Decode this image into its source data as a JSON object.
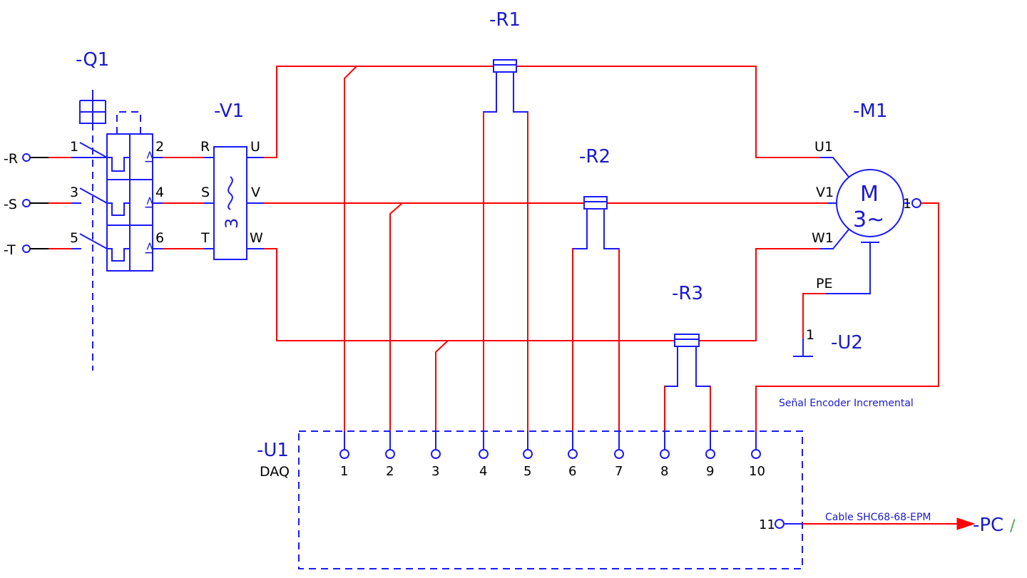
{
  "components": {
    "q1": {
      "ref": "-Q1",
      "pins_in": [
        "1",
        "3",
        "5"
      ],
      "pins_out": [
        "2",
        "4",
        "6"
      ],
      "trip_label": "I>"
    },
    "v1": {
      "ref": "-V1",
      "inputs": [
        "R",
        "S",
        "T"
      ],
      "outputs": [
        "U",
        "V",
        "W"
      ],
      "label": "3"
    },
    "r1": {
      "ref": "-R1"
    },
    "r2": {
      "ref": "-R2"
    },
    "r3": {
      "ref": "-R3"
    },
    "m1": {
      "ref": "-M1",
      "symbol_line1": "M",
      "symbol_line2": "3~",
      "phases": [
        "U1",
        "V1",
        "W1"
      ],
      "pe": "PE",
      "encoder_pin": "1"
    },
    "u2": {
      "ref": "-U2",
      "pin": "1"
    },
    "u1": {
      "ref": "-U1",
      "type": "DAQ",
      "channels": [
        "1",
        "2",
        "3",
        "4",
        "5",
        "6",
        "7",
        "8",
        "9",
        "10"
      ],
      "out_pin": "11"
    },
    "pc": {
      "ref": "-PC",
      "slash": "/"
    }
  },
  "supply": {
    "r": "-R",
    "s": "-S",
    "t": "-T"
  },
  "notes": {
    "encoder": "Señal Encoder Incremental",
    "cable": "Cable SHC68-68-EPM"
  },
  "colors": {
    "wire": "#ff0000",
    "symbol": "#1a1aff",
    "label": "#1a1acc"
  }
}
